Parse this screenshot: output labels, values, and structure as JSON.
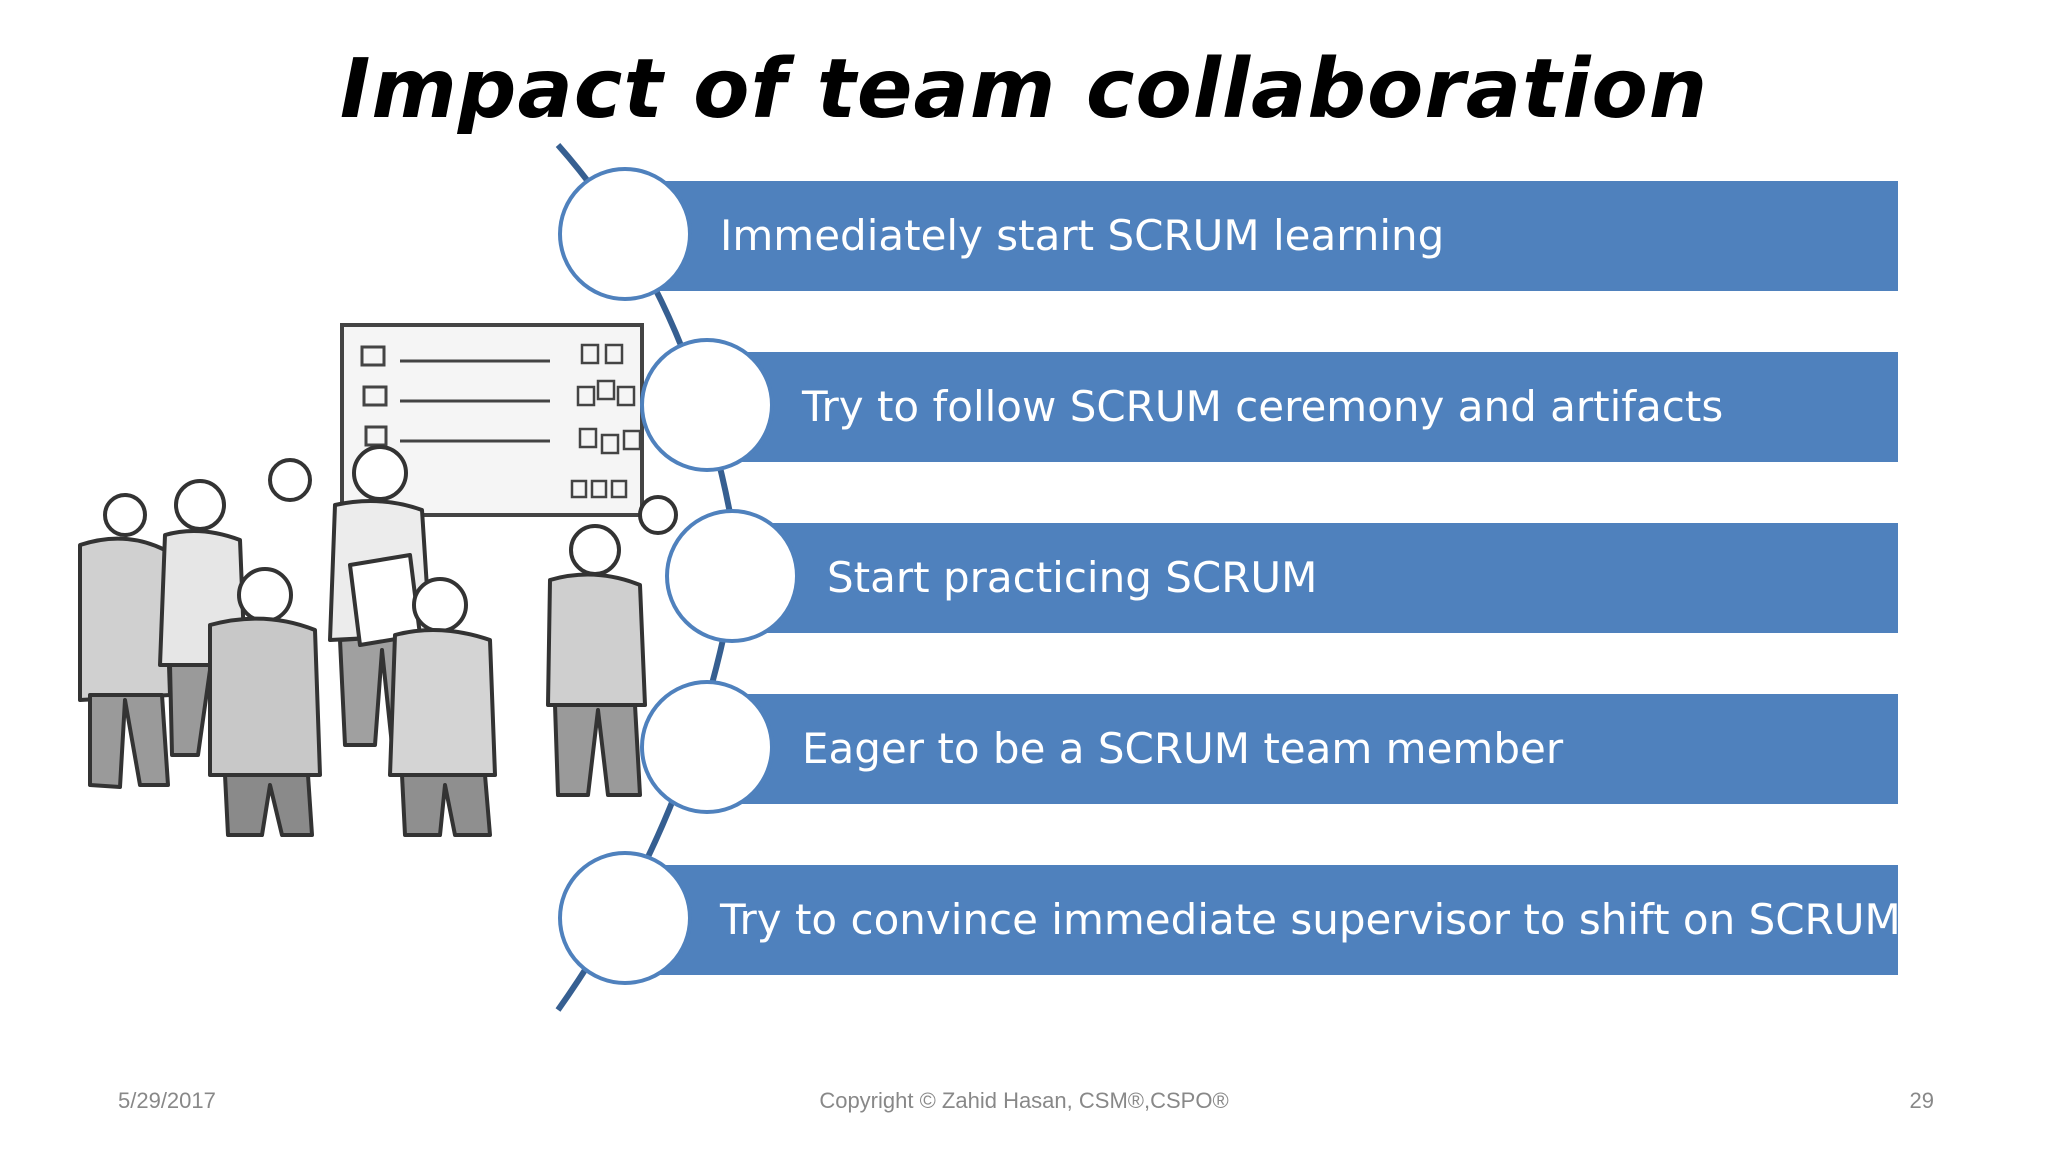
{
  "slide": {
    "title": "Impact of team collaboration",
    "accent_color": "#4f81bd",
    "items": [
      {
        "label": "Immediately start SCRUM learning"
      },
      {
        "label": "Try to follow SCRUM ceremony and artifacts"
      },
      {
        "label": "Start practicing SCRUM"
      },
      {
        "label": "Eager to be a SCRUM team member"
      },
      {
        "label": "Try to convince immediate supervisor to shift on SCRUM"
      }
    ],
    "illustration": "team-meeting-sketch"
  },
  "footer": {
    "date": "5/29/2017",
    "copyright": "Copyright  © Zahid Hasan, CSM®,CSPO®",
    "page_number": "29"
  }
}
